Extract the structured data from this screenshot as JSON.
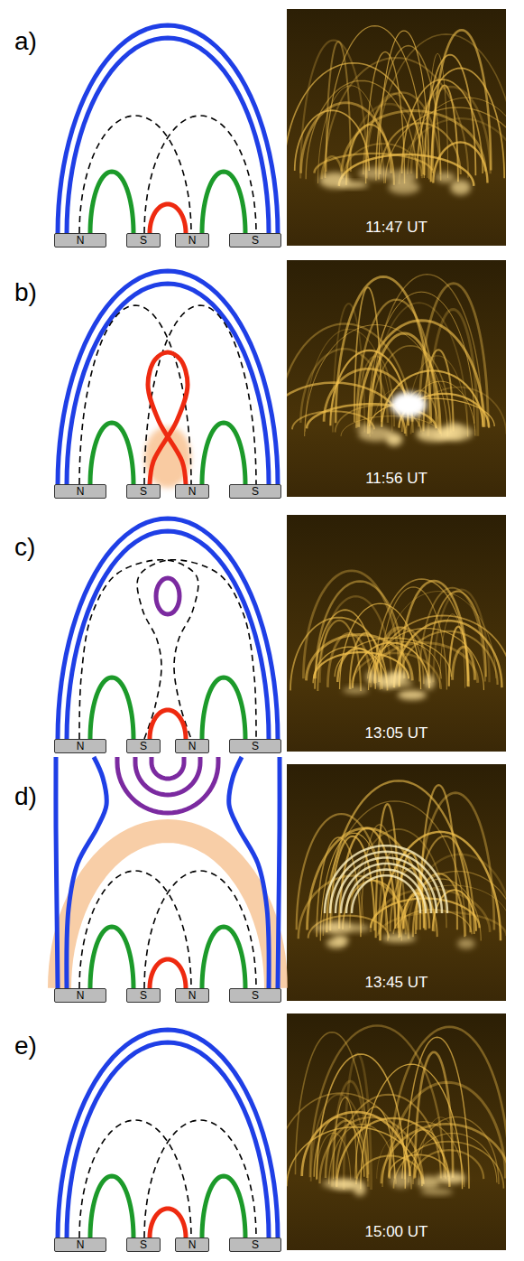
{
  "diagram": {
    "nodes": [
      {
        "text": [
          "N"
        ]
      },
      {
        "text": [
          "S"
        ]
      },
      {
        "text": [
          "N"
        ]
      },
      {
        "text": [
          "S"
        ]
      },
      {
        "text": [
          "N"
        ]
      },
      {
        "text": [
          "S"
        ]
      },
      {
        "text": [
          "N"
        ]
      },
      {
        "text": [
          "S"
        ]
      },
      {
        "text": [
          "N"
        ]
      },
      {
        "text": [
          "S"
        ]
      },
      {
        "text": [
          "N"
        ]
      },
      {
        "text": [
          "S"
        ]
      },
      {
        "text": [
          "N"
        ]
      },
      {
        "text": [
          "S"
        ]
      },
      {
        "text": [
          "N"
        ]
      },
      {
        "text": [
          "S"
        ]
      },
      {
        "text": [
          "N"
        ]
      },
      {
        "text": [
          "S"
        ]
      },
      {
        "text": [
          "N"
        ]
      },
      {
        "text": [
          "S"
        ]
      }
    ],
    "edges": [
      {
        "from": 0,
        "to": 3,
        "arrow": "none"
      },
      {
        "from": 0,
        "to": 3,
        "arrow": "none"
      },
      {
        "from": 0,
        "to": 2,
        "arrow": "none"
      },
      {
        "from": 1,
        "to": 3,
        "arrow": "none"
      },
      {
        "from": 0,
        "to": 1,
        "arrow": "none"
      },
      {
        "from": 1,
        "to": 2,
        "arrow": "none"
      },
      {
        "from": 2,
        "to": 3,
        "arrow": "none"
      },
      {
        "from": 4,
        "to": 7,
        "arrow": "none"
      },
      {
        "from": 4,
        "to": 7,
        "arrow": "none"
      },
      {
        "from": 4,
        "to": 6,
        "arrow": "none"
      },
      {
        "from": 5,
        "to": 7,
        "arrow": "none"
      },
      {
        "from": 4,
        "to": 5,
        "arrow": "none"
      },
      {
        "from": 5,
        "to": 6,
        "arrow": "none"
      },
      {
        "from": 6,
        "to": 7,
        "arrow": "none"
      },
      {
        "from": 8,
        "to": 11,
        "arrow": "none"
      },
      {
        "from": 8,
        "to": 11,
        "arrow": "none"
      },
      {
        "from": 8,
        "to": 10,
        "arrow": "none"
      },
      {
        "from": 9,
        "to": 11,
        "arrow": "none"
      },
      {
        "from": 8,
        "to": 9,
        "arrow": "none"
      },
      {
        "from": 9,
        "to": 10,
        "arrow": "none"
      },
      {
        "from": 10,
        "to": 11,
        "arrow": "none"
      },
      {
        "from": 12,
        "to": 14,
        "arrow": "none"
      },
      {
        "from": 13,
        "to": 15,
        "arrow": "none"
      },
      {
        "from": 12,
        "to": 13,
        "arrow": "none"
      },
      {
        "from": 13,
        "to": 14,
        "arrow": "none"
      },
      {
        "from": 14,
        "to": 15,
        "arrow": "none"
      },
      {
        "from": 16,
        "to": 19,
        "arrow": "none"
      },
      {
        "from": 16,
        "to": 19,
        "arrow": "none"
      },
      {
        "from": 16,
        "to": 18,
        "arrow": "none"
      },
      {
        "from": 17,
        "to": 19,
        "arrow": "none"
      },
      {
        "from": 16,
        "to": 17,
        "arrow": "none"
      },
      {
        "from": 17,
        "to": 18,
        "arrow": "none"
      },
      {
        "from": 18,
        "to": 19,
        "arrow": "none"
      }
    ],
    "labels": [
      "a)",
      "11:47 UT",
      "b)",
      "11:56 UT",
      "c)",
      "13:05 UT",
      "d)",
      "13:45 UT",
      "e)",
      "15:00 UT"
    ]
  }
}
